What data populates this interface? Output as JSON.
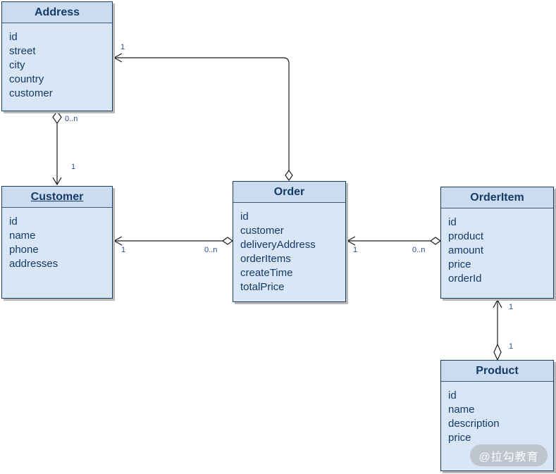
{
  "diagram": {
    "type": "uml-class-diagram",
    "watermark": "@拉勾教育"
  },
  "colors": {
    "header_fill": "#ccdcf0",
    "body_fill": "#d9e6f6",
    "border": "#1d3e63",
    "text": "#143a66",
    "multiplicity_label": "#2a4d8f",
    "edge_line": "#1c1c1c",
    "shadow": "#bababa",
    "watermark_bg": "#acb0b6",
    "watermark_text": "#fbfbfb"
  },
  "entities": {
    "address": {
      "title": "Address",
      "fields": [
        "id",
        "street",
        "city",
        "country",
        "customer"
      ]
    },
    "customer": {
      "title": "Customer",
      "fields": [
        "id",
        "name",
        "phone",
        "addresses"
      ]
    },
    "order": {
      "title": "Order",
      "fields": [
        "id",
        "customer",
        "deliveryAddress",
        "orderItems",
        "createTime",
        "totalPrice"
      ]
    },
    "orderItem": {
      "title": "OrderItem",
      "fields": [
        "id",
        "product",
        "amount",
        "price",
        "orderId"
      ]
    },
    "product": {
      "title": "Product",
      "fields": [
        "id",
        "name",
        "description",
        "price"
      ]
    }
  },
  "connections": {
    "address_customer": {
      "diamond_end": "Address",
      "arrow_end": "Customer",
      "diamond_multiplicity": "0..n",
      "arrow_multiplicity": "1"
    },
    "order_address": {
      "diamond_end": "Order",
      "arrow_end": "Address",
      "arrow_multiplicity": "1"
    },
    "customer_order": {
      "diamond_end": "Order",
      "arrow_end": "Customer",
      "diamond_multiplicity": "0..n",
      "arrow_multiplicity": "1"
    },
    "order_orderItem": {
      "diamond_end": "OrderItem",
      "arrow_end": "Order",
      "diamond_multiplicity": "0..n",
      "arrow_multiplicity": "1"
    },
    "orderItem_product": {
      "diamond_end": "Product",
      "arrow_end": "OrderItem",
      "diamond_multiplicity": "1",
      "arrow_multiplicity": "1"
    }
  }
}
